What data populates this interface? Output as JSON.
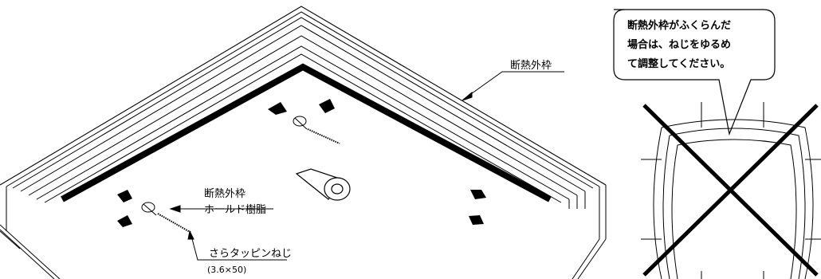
{
  "labels": {
    "frame": "断熱外枠",
    "holder_line1": "断熱外枠",
    "holder_line2": "ホールド樹脂",
    "screw": "さらタッピンねじ",
    "screw_size": "(3.6×50)"
  },
  "callout": {
    "line1": "断熱外枠がふくらんだ",
    "line2": "場合は、ねじをゆるめ",
    "line3": "て調整してください。"
  },
  "colors": {
    "line": "#000000",
    "background": "#ffffff"
  }
}
